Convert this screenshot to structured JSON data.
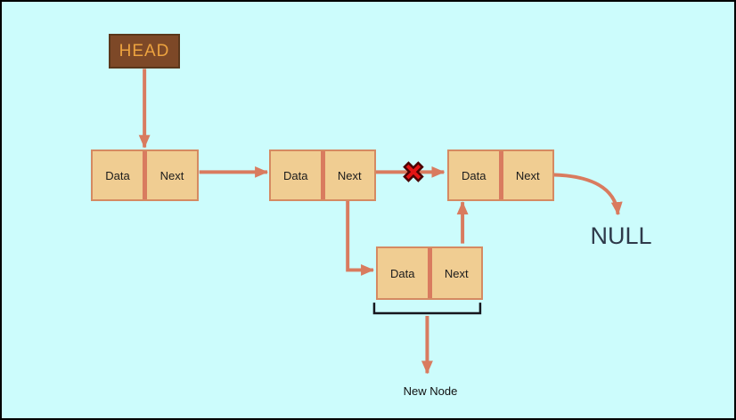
{
  "canvas": {
    "background_color": "#ccfcfc",
    "border_color": "#000000"
  },
  "head": {
    "label": "HEAD",
    "fill_color": "#7d4827",
    "text_color": "#eda33f"
  },
  "list_nodes": [
    {
      "data_label": "Data",
      "next_label": "Next"
    },
    {
      "data_label": "Data",
      "next_label": "Next"
    },
    {
      "data_label": "Data",
      "next_label": "Next"
    },
    {
      "data_label": "Data",
      "next_label": "Next"
    }
  ],
  "node_style": {
    "fill_color": "#f0cd92",
    "border_color": "#d58a62",
    "divider_color": "#d97b5f"
  },
  "connectors": {
    "color": "#d97b5f"
  },
  "broken_link": {
    "glyph": "✖",
    "color": "#e31414"
  },
  "null_label": "NULL",
  "new_node_caption": "New Node"
}
